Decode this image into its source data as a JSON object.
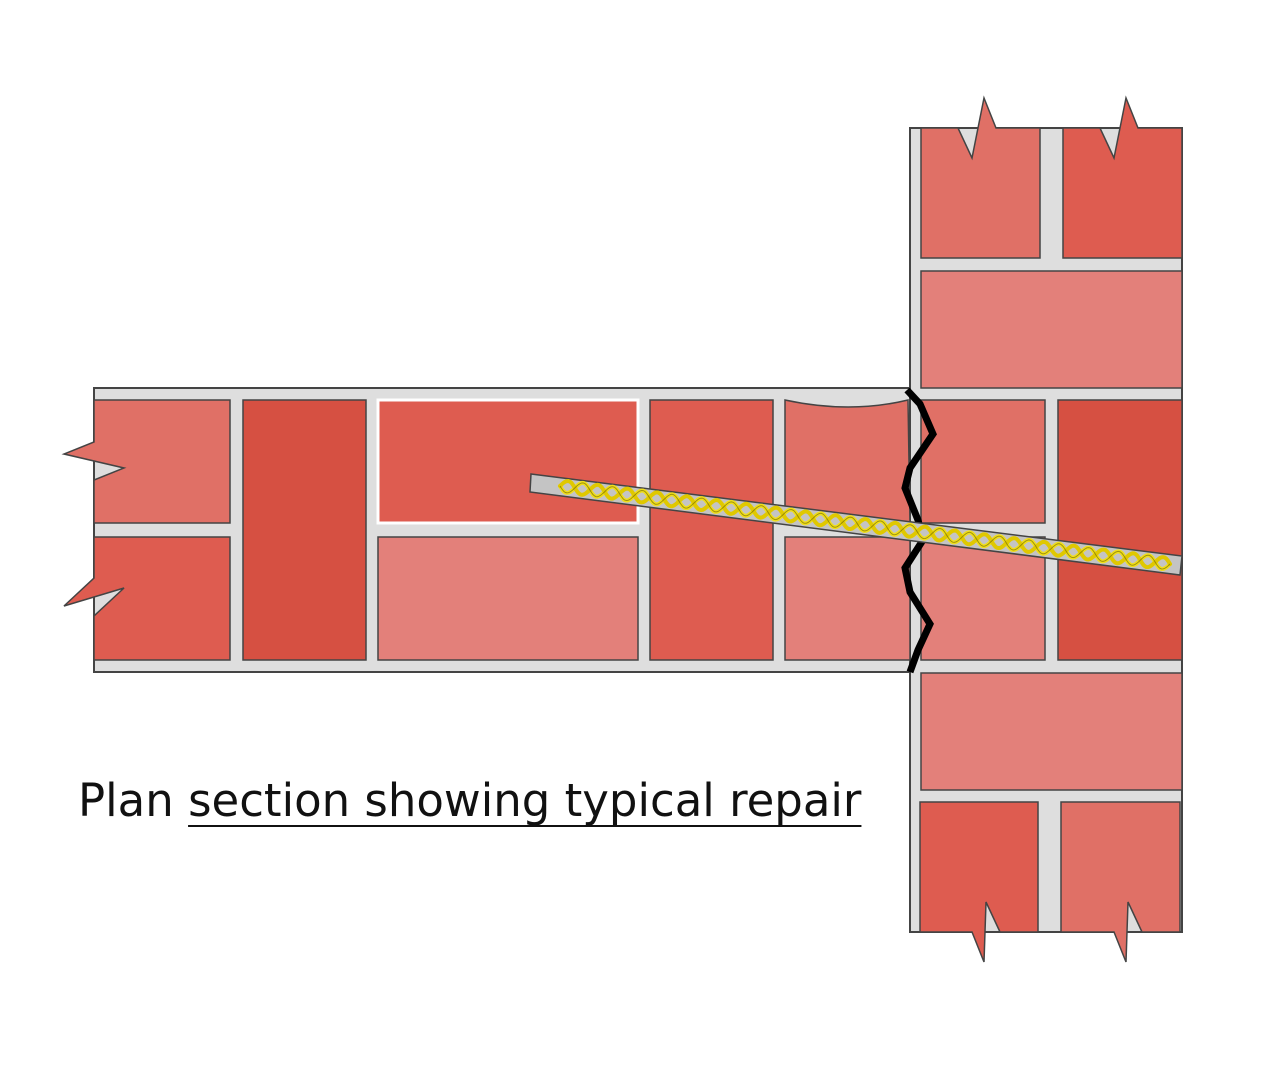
{
  "caption": {
    "lead": "Plan",
    "underlined": "section showing typical repair"
  },
  "colors": {
    "mortar": "#dedede",
    "outline": "#444444",
    "brick_dark": "#d65042",
    "brick_mid": "#de5c50",
    "brick_light": "#e07066",
    "brick_pale": "#e3807a",
    "crack": "#000000",
    "tie_body": "#c4c4c4",
    "tie_helix": "#f0de1a"
  },
  "components": [
    "helical-wall-tie",
    "crack-line",
    "party-wall",
    "front-wall"
  ]
}
